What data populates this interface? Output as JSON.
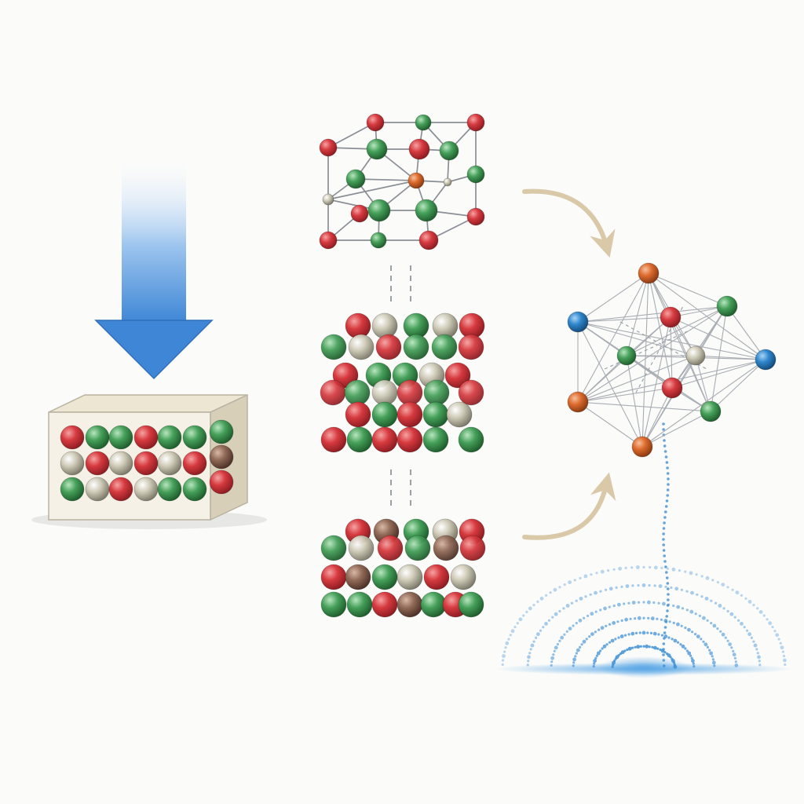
{
  "colors": {
    "background": "#fbfbf9",
    "arrow_blue": "#4a90d9",
    "box_face": "#f3efe4",
    "box_edge": "#b9b2a0",
    "curve_arrow": "#d9c9a8",
    "bond": "#8a8f96",
    "wave": "#3d8fd6",
    "red": "#d0343a",
    "green": "#3f9a53",
    "gray": "#c9c6b4",
    "brown": "#8d6b5a",
    "orange": "#d96a2c",
    "blue": "#2c82c9"
  },
  "atom_palette": [
    "red",
    "green",
    "gray",
    "brown",
    "orange",
    "blue"
  ],
  "diagram": {
    "panels": [
      "input-arrow",
      "crystal-block",
      "unit-cell",
      "layer-stack-upper",
      "layer-stack-lower",
      "cluster-network",
      "diffraction-pattern"
    ]
  }
}
